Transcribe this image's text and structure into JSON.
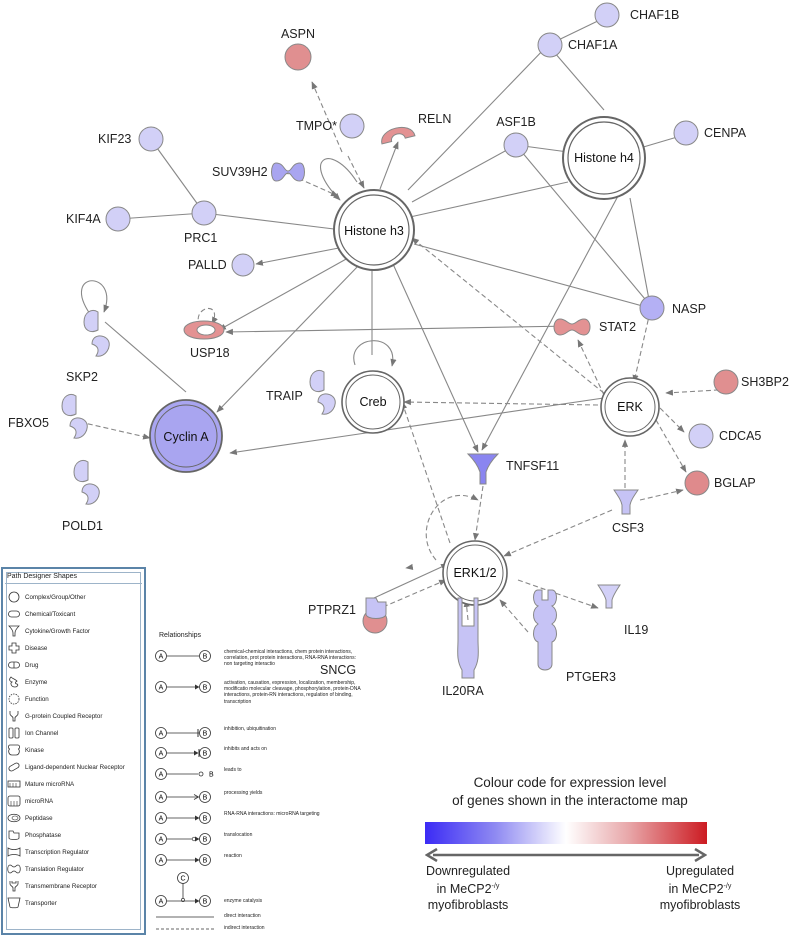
{
  "nodes": [
    {
      "id": "aspn",
      "label": "ASPN"
    },
    {
      "id": "chaf1b",
      "label": "CHAF1B"
    },
    {
      "id": "chaf1a",
      "label": "CHAF1A"
    },
    {
      "id": "relrn",
      "label": "RELN"
    },
    {
      "id": "tmpo",
      "label": "TMPO*"
    },
    {
      "id": "asf1b",
      "label": "ASF1B"
    },
    {
      "id": "cenpa",
      "label": "CENPA"
    },
    {
      "id": "kif23",
      "label": "KIF23"
    },
    {
      "id": "suv39h2",
      "label": "SUV39H2"
    },
    {
      "id": "histone_h4",
      "label": "Histone h4"
    },
    {
      "id": "histone_h3",
      "label": "Histone h3"
    },
    {
      "id": "kif4a",
      "label": "KIF4A"
    },
    {
      "id": "prc1",
      "label": "PRC1"
    },
    {
      "id": "palld",
      "label": "PALLD"
    },
    {
      "id": "nasp",
      "label": "NASP"
    },
    {
      "id": "usp18",
      "label": "USP18"
    },
    {
      "id": "stat2",
      "label": "STAT2"
    },
    {
      "id": "skp2",
      "label": "SKP2"
    },
    {
      "id": "traip",
      "label": "TRAIP"
    },
    {
      "id": "creb",
      "label": "Creb"
    },
    {
      "id": "erk",
      "label": "ERK"
    },
    {
      "id": "sh3bp2",
      "label": "SH3BP2"
    },
    {
      "id": "fbxo5",
      "label": "FBXO5"
    },
    {
      "id": "cyclin_a",
      "label": "Cyclin A"
    },
    {
      "id": "cdca5",
      "label": "CDCA5"
    },
    {
      "id": "tnfsf11",
      "label": "TNFSF11"
    },
    {
      "id": "bglap",
      "label": "BGLAP"
    },
    {
      "id": "pold1",
      "label": "POLD1"
    },
    {
      "id": "csf3",
      "label": "CSF3"
    },
    {
      "id": "erk12",
      "label": "ERK1/2"
    },
    {
      "id": "ptprz1",
      "label": "PTPRZ1"
    },
    {
      "id": "il19",
      "label": "IL19"
    },
    {
      "id": "sncg",
      "label": "SNCG"
    },
    {
      "id": "il20ra",
      "label": "IL20RA"
    },
    {
      "id": "ptger3",
      "label": "PTGER3"
    }
  ],
  "colors": {
    "down": "#3b2bf5",
    "up": "#cc1b22",
    "light_down": "#cfcdf6",
    "mid_down": "#b9b6f3",
    "light_up": "#e39293",
    "hub_outline": "#666666",
    "edge": "#777777"
  },
  "legend": {
    "title": "Path Designer Shapes",
    "shapes": [
      {
        "icon": "circle",
        "label": "Complex/Group/Other"
      },
      {
        "icon": "rounded-rect",
        "label": "Chemical/Toxicant"
      },
      {
        "icon": "cytokine",
        "label": "Cytokine/Growth Factor"
      },
      {
        "icon": "cross",
        "label": "Disease"
      },
      {
        "icon": "capsule",
        "label": "Drug"
      },
      {
        "icon": "enzyme",
        "label": "Enzyme"
      },
      {
        "icon": "dashed-circle",
        "label": "Function"
      },
      {
        "icon": "gpcr",
        "label": "G-protein Coupled Receptor"
      },
      {
        "icon": "ion-channel",
        "label": "Ion Channel"
      },
      {
        "icon": "kinase",
        "label": "Kinase"
      },
      {
        "icon": "ligand-receptor",
        "label": "Ligand-dependent Nuclear Receptor"
      },
      {
        "icon": "mature-mirna",
        "label": "Mature microRNA"
      },
      {
        "icon": "mirna",
        "label": "microRNA"
      },
      {
        "icon": "peptidase",
        "label": "Peptidase"
      },
      {
        "icon": "phosphatase",
        "label": "Phosphatase"
      },
      {
        "icon": "transcription-regulator",
        "label": "Transcription Regulator"
      },
      {
        "icon": "translation-regulator",
        "label": "Translation Regulator"
      },
      {
        "icon": "transmembrane-receptor",
        "label": "Transmembrane Receptor"
      },
      {
        "icon": "transporter",
        "label": "Transporter"
      }
    ]
  },
  "relationships": {
    "title": "Relationships",
    "node_a": "A",
    "node_b": "B",
    "node_c": "C",
    "rows": [
      {
        "style": "solid-plain",
        "text": "chemical-chemical interactions, chem protein interactions, correlation, prot protein interactions, RNA-RNA interactions: non targeting interactio"
      },
      {
        "style": "solid-arrow",
        "text": "activation, causation, expression, localization, membership, modificatio molecular cleavage, phosphorylation, protein-DNA interactions, protein-RN interactions, regulation of binding, transcription"
      },
      {
        "style": "solid-bar",
        "text": "inhibition, ubiquitination"
      },
      {
        "style": "solid-bar-arrow",
        "text": "inhibits and acts on"
      },
      {
        "style": "leads-to",
        "text": "leads to"
      },
      {
        "style": "open-arrow",
        "text": "processing yields"
      },
      {
        "style": "solid-arrow",
        "text": "RNA-RNA interactions: microRNA targeting"
      },
      {
        "style": "dot-arrow",
        "text": "translocation"
      },
      {
        "style": "solid-arrow",
        "text": "reaction"
      },
      {
        "style": "catalysis",
        "text": "enzyme catalysis"
      },
      {
        "style": "direct-line",
        "text": "direct interaction"
      },
      {
        "style": "dashed-line",
        "text": "indirect interaction"
      }
    ]
  },
  "colour_code": {
    "title_line1": "Colour code for expression level",
    "title_line2": "of genes shown in the interactome map",
    "left": {
      "line1": "Downregulated",
      "line2": "in MeCP2",
      "sup": "-/y",
      "line3": "myofibroblasts"
    },
    "right": {
      "line1": "Upregulated",
      "line2": "in MeCP2",
      "sup": "-/y",
      "line3": "myofibroblasts"
    }
  }
}
